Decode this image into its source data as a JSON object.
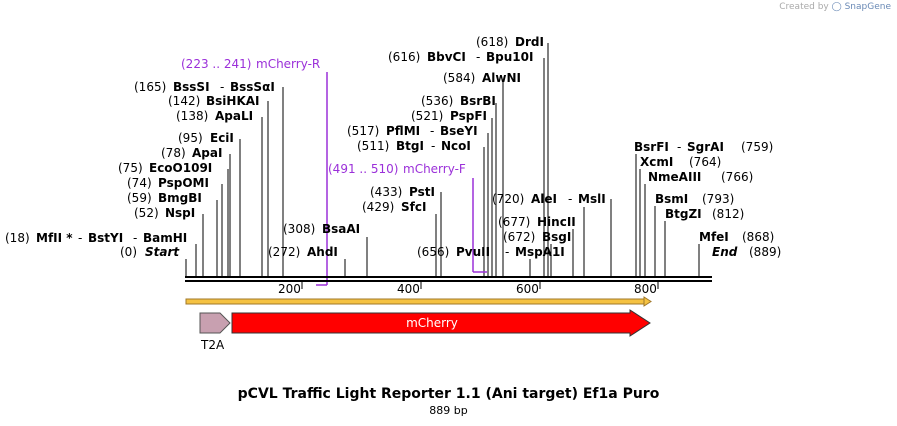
{
  "creator": {
    "prefix": "Created by",
    "brand": "SnapGene"
  },
  "title": "pCVL Traffic Light Reporter 1.1 (Ani target) Ef1a Puro",
  "subtitle": "889 bp",
  "sequence_length": 889,
  "axis_ticks": [
    "200",
    "400",
    "600",
    "800"
  ],
  "colors": {
    "primer": "#9b30d9",
    "feature_red": "#ff0000",
    "feature_t2a": "#c8a0b0",
    "orf": "#f5c242"
  },
  "sites": [
    {
      "pos": "(18)",
      "a": "MfII *",
      "b": "BstYI",
      "c": "BamHI"
    },
    {
      "pos": "(0)",
      "a": "Start"
    },
    {
      "pos": "(52)",
      "a": "NspI"
    },
    {
      "pos": "(59)",
      "a": "BmgBI"
    },
    {
      "pos": "(74)",
      "a": "PspOMI"
    },
    {
      "pos": "(75)",
      "a": "EcoO109I"
    },
    {
      "pos": "(78)",
      "a": "ApaI"
    },
    {
      "pos": "(95)",
      "a": "EciI"
    },
    {
      "pos": "(138)",
      "a": "ApaLI"
    },
    {
      "pos": "(142)",
      "a": "BsiHKAI"
    },
    {
      "pos": "(165)",
      "a": "BssSI",
      "b": "BssSαI"
    },
    {
      "pos": "(308)",
      "a": "BsaAI"
    },
    {
      "pos": "(272)",
      "a": "AhdI"
    },
    {
      "pos": "(429)",
      "a": "SfcI"
    },
    {
      "pos": "(433)",
      "a": "PstI"
    },
    {
      "pos": "(511)",
      "a": "BtgI",
      "b": "NcoI"
    },
    {
      "pos": "(517)",
      "a": "PflMI",
      "b": "BseYI"
    },
    {
      "pos": "(521)",
      "a": "PspFI"
    },
    {
      "pos": "(536)",
      "a": "BsrBI"
    },
    {
      "pos": "(584)",
      "a": "AlwNI"
    },
    {
      "pos": "(616)",
      "a": "BbvCI",
      "b": "Bpu10I"
    },
    {
      "pos": "(618)",
      "a": "DrdI"
    },
    {
      "pos": "(656)",
      "a": "PvuII",
      "b": "MspA1I"
    },
    {
      "pos": "(672)",
      "a": "BsgI"
    },
    {
      "pos": "(677)",
      "a": "HincII"
    },
    {
      "pos": "(720)",
      "a": "AleI",
      "b": "MslI"
    },
    {
      "pos": "(759)",
      "a": "BsrFI",
      "b": "SgrAI"
    },
    {
      "pos": "(764)",
      "a": "XcmI"
    },
    {
      "pos": "(766)",
      "a": "NmeAIII"
    },
    {
      "pos": "(793)",
      "a": "BsmI"
    },
    {
      "pos": "(812)",
      "a": "BtgZI"
    },
    {
      "pos": "(868)",
      "a": "MfeI"
    },
    {
      "pos": "(889)",
      "a": "End"
    }
  ],
  "primers": [
    {
      "range": "(223 .. 241)",
      "name": "mCherry-R"
    },
    {
      "range": "(491 .. 510)",
      "name": "mCherry-F"
    }
  ],
  "features": [
    {
      "name": "T2A"
    },
    {
      "name": "mCherry"
    }
  ]
}
